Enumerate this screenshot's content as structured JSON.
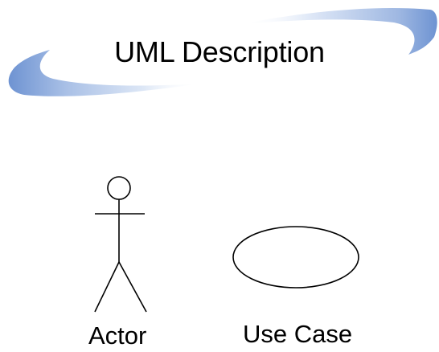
{
  "title": "UML Description",
  "colors": {
    "swoosh_light": "#e6eefa",
    "swoosh_dark": "#5d86cc",
    "stroke": "#000000",
    "background": "#ffffff"
  },
  "elements": {
    "actor": {
      "label": "Actor",
      "icon": "stick-figure-icon"
    },
    "use_case": {
      "label": "Use Case",
      "icon": "ellipse-icon"
    }
  }
}
